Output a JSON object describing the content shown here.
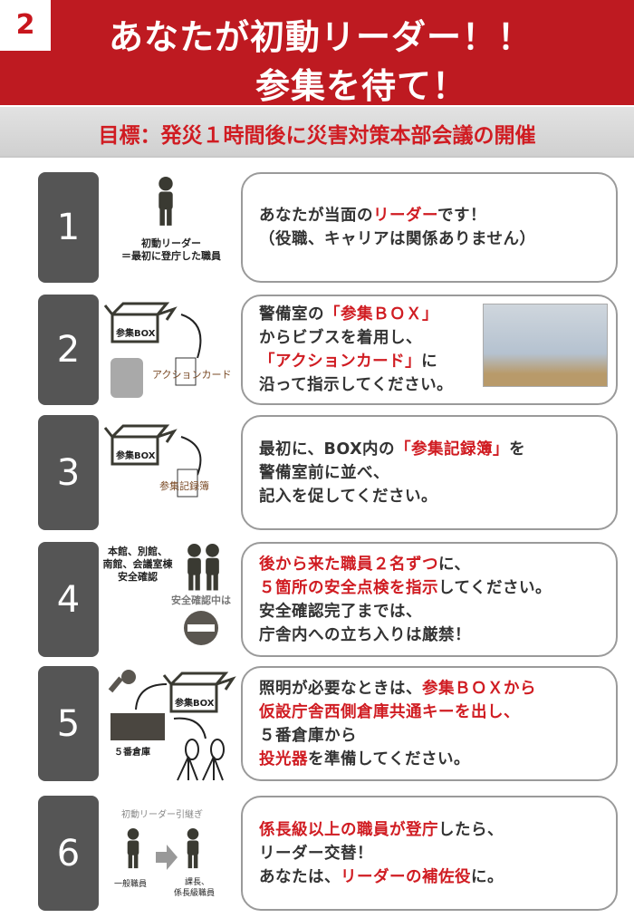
{
  "header": {
    "section_number": "2",
    "title_line1": "あなたが初動リーダー！！",
    "title_line2": "参集を待て！",
    "goal": "目標：発災１時間後に災害対策本部会議の開催"
  },
  "colors": {
    "brand_red": "#be1a21",
    "text_red": "#d01c22",
    "number_box": "#555555"
  },
  "steps": [
    {
      "number": "1",
      "captions": [
        "初動リーダー",
        "＝最初に登庁した職員"
      ],
      "lines": [
        [
          {
            "t": "あなたが当面の"
          },
          {
            "t": "リーダー",
            "red": true
          },
          {
            "t": "です！"
          }
        ],
        [
          {
            "t": "（役職、キャリアは関係ありません）"
          }
        ]
      ]
    },
    {
      "number": "2",
      "captions": [
        "参集BOX",
        "アクションカード"
      ],
      "lines": [
        [
          {
            "t": "警備室の"
          },
          {
            "t": "「参集ＢＯＸ」",
            "red": true
          }
        ],
        [
          {
            "t": "からビブスを着用し、"
          }
        ],
        [
          {
            "t": "「アクションカード」",
            "red": true
          },
          {
            "t": "に"
          }
        ],
        [
          {
            "t": "沿って指示してください。"
          }
        ]
      ]
    },
    {
      "number": "3",
      "captions": [
        "参集BOX",
        "参集記録簿"
      ],
      "lines": [
        [
          {
            "t": "最初に、BOX内の"
          },
          {
            "t": "「参集記録簿」",
            "red": true
          },
          {
            "t": "を"
          }
        ],
        [
          {
            "t": "警備室前に並べ、"
          }
        ],
        [
          {
            "t": "記入を促してください。"
          }
        ]
      ]
    },
    {
      "number": "4",
      "captions": [
        "本館、別館、",
        "南館、会議室棟",
        "安全確認",
        "安全確認中は"
      ],
      "lines": [
        [
          {
            "t": "後から来た職員２名ずつ",
            "red": true
          },
          {
            "t": "に、"
          }
        ],
        [
          {
            "t": "５箇所の安全点検を指示",
            "red": true
          },
          {
            "t": "してください。"
          }
        ],
        [
          {
            "t": "安全確認完了までは、"
          }
        ],
        [
          {
            "t": "庁舎内への立ち入りは厳禁！"
          }
        ]
      ]
    },
    {
      "number": "5",
      "captions": [
        "参集BOX",
        "５番倉庫"
      ],
      "lines": [
        [
          {
            "t": "照明が必要なときは、"
          },
          {
            "t": "参集ＢＯＸから",
            "red": true
          }
        ],
        [
          {
            "t": "仮設庁舎西側倉庫共通キーを出し、",
            "red": true
          }
        ],
        [
          {
            "t": "５番倉庫から"
          }
        ],
        [
          {
            "t": "投光器",
            "red": true
          },
          {
            "t": "を準備してください。"
          }
        ]
      ]
    },
    {
      "number": "6",
      "captions": [
        "初動リーダー引継ぎ",
        "一般職員",
        "課長、",
        "係長級職員"
      ],
      "lines": [
        [
          {
            "t": "係長級以上の職員が登庁",
            "red": true
          },
          {
            "t": "したら、"
          }
        ],
        [
          {
            "t": "リーダー交替！"
          }
        ],
        [
          {
            "t": "あなたは、"
          },
          {
            "t": "リーダーの補佐役",
            "red": true
          },
          {
            "t": "に。"
          }
        ]
      ]
    }
  ]
}
